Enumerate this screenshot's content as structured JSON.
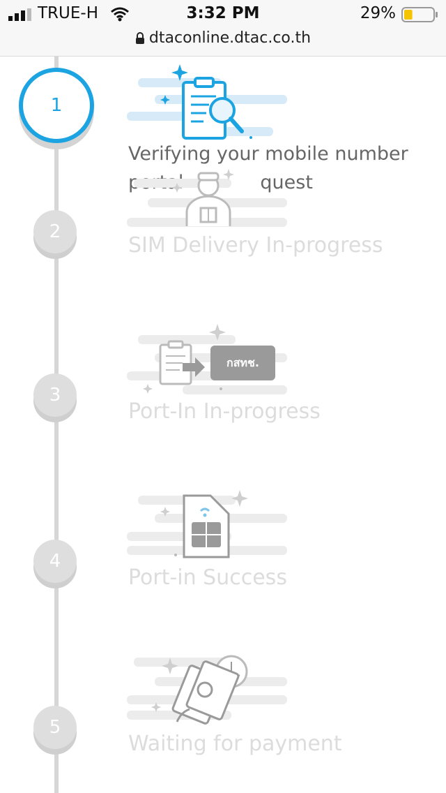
{
  "status_bar": {
    "carrier": "TRUE-H",
    "time": "3:32 PM",
    "battery_percent": "29%",
    "battery_level": 0.29
  },
  "url_bar": {
    "url": "dtaconline.dtac.co.th"
  },
  "steps": [
    {
      "number": "1",
      "title": "Verifying your mobile number portability request",
      "title_line1": "Verifying your mobile number",
      "title_line2": "portal",
      "title_line2b": "quest",
      "active": true,
      "icon": "clipboard-search-icon"
    },
    {
      "number": "2",
      "title": "SIM Delivery In-progress",
      "active": false,
      "icon": "delivery-person-icon"
    },
    {
      "number": "3",
      "title": "Port-In In-progress",
      "active": false,
      "icon": "document-transfer-icon",
      "badge": "กสทช."
    },
    {
      "number": "4",
      "title": "Port-in Success",
      "active": false,
      "icon": "sim-card-icon"
    },
    {
      "number": "5",
      "title": "Waiting for payment",
      "active": false,
      "icon": "money-clock-icon"
    }
  ],
  "colors": {
    "accent": "#1ba4e1",
    "inactive": "#dcdcdc",
    "battery": "#f5c400"
  }
}
